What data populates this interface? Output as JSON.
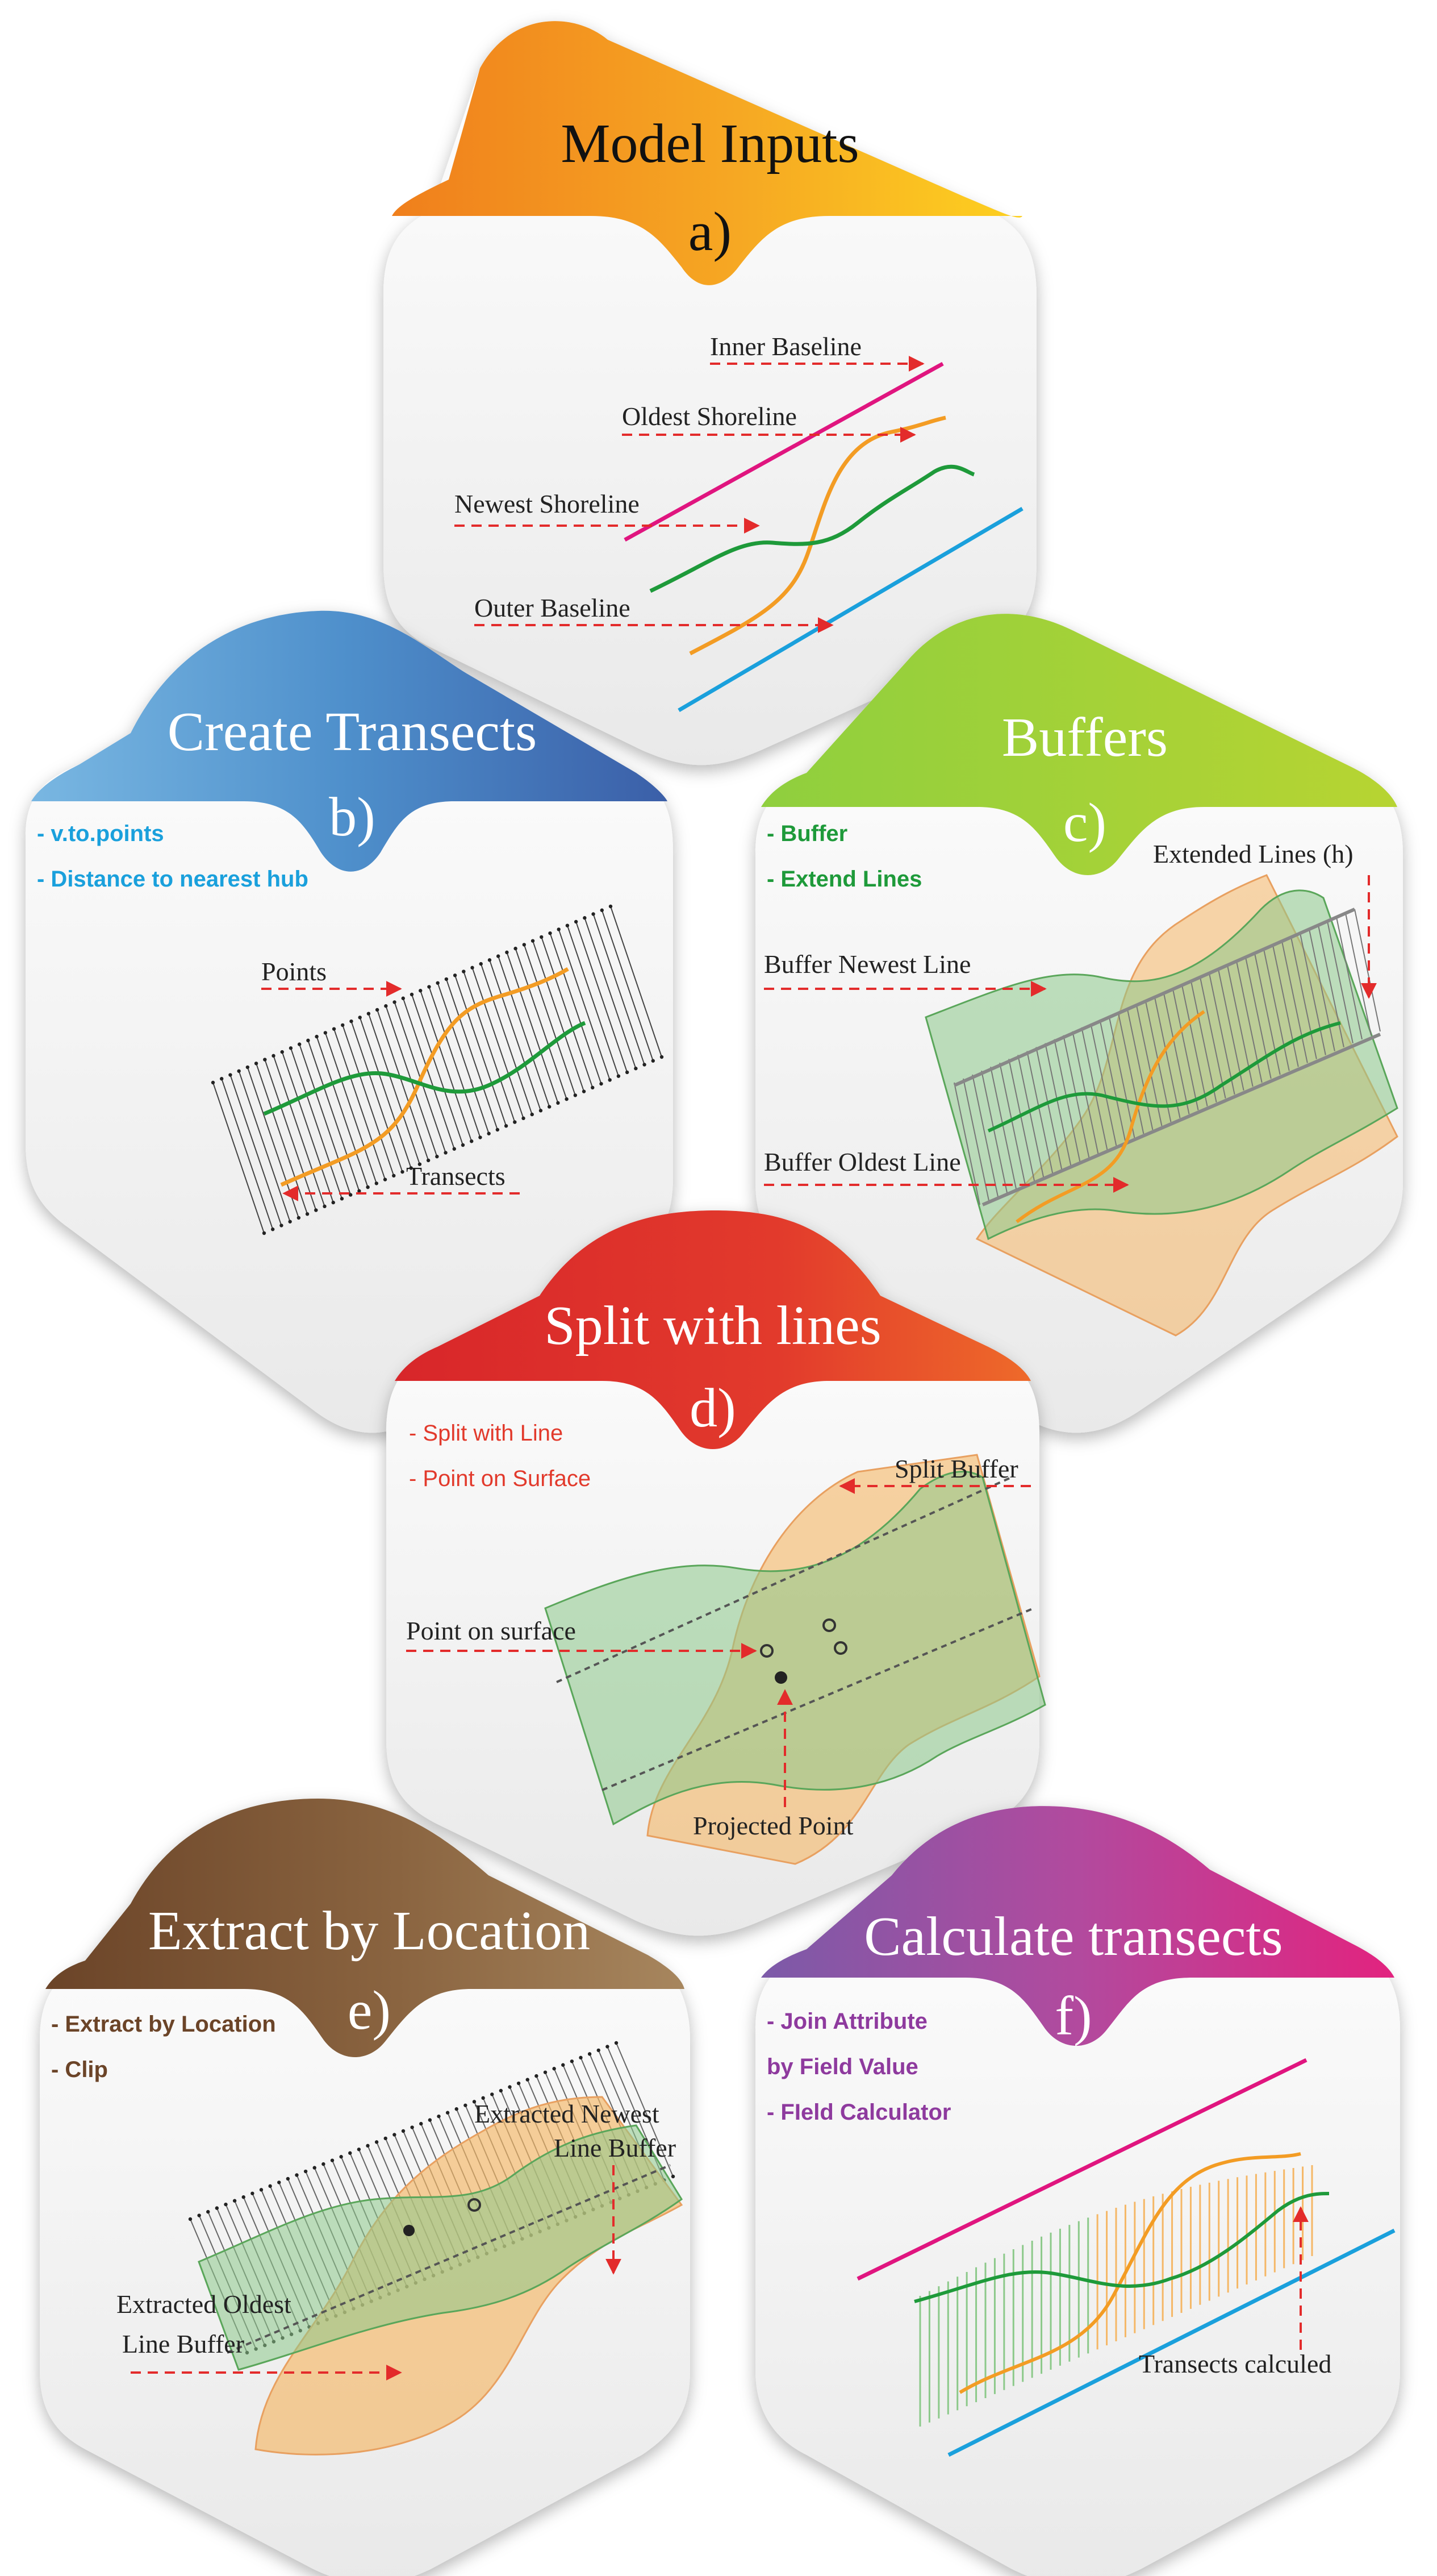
{
  "colors": {
    "orange": "#f39c24",
    "orange_fill": "#f5b766",
    "green_line": "#1e9a3a",
    "green_fill": "#8cc98a",
    "magenta": "#e0157f",
    "blue": "#1aa0dc",
    "red_arrow": "#e32b2b",
    "gray_line": "#888888"
  },
  "panels": {
    "a": {
      "title": "Model Inputs",
      "letter": "a)",
      "labels": {
        "inner_baseline": "Inner Baseline",
        "oldest_shoreline": "Oldest Shoreline",
        "newest_shoreline": "Newest Shoreline",
        "outer_baseline": "Outer Baseline"
      }
    },
    "b": {
      "title": "Create Transects",
      "letter": "b)",
      "tools": [
        "- v.to.points",
        "- Distance to nearest hub"
      ],
      "labels": {
        "points": "Points",
        "transects": "Transects"
      }
    },
    "c": {
      "title": "Buffers",
      "letter": "c)",
      "tools": [
        "- Buffer",
        "- Extend Lines"
      ],
      "labels": {
        "extended_lines": "Extended Lines (h)",
        "buffer_newest": "Buffer Newest Line",
        "buffer_oldest": "Buffer Oldest Line"
      }
    },
    "d": {
      "title": "Split with lines",
      "letter": "d)",
      "tools": [
        "- Split with Line",
        "- Point on Surface"
      ],
      "labels": {
        "split_buffer": "Split Buffer",
        "point_on_surface": "Point on surface",
        "projected_point": "Projected Point"
      }
    },
    "e": {
      "title": "Extract by Location",
      "letter": "e)",
      "tools": [
        "- Extract by Location",
        "- Clip"
      ],
      "labels": {
        "extracted_newest_1": "Extracted Newest",
        "extracted_newest_2": "Line Buffer",
        "extracted_oldest_1": "Extracted Oldest",
        "extracted_oldest_2": "Line Buffer"
      }
    },
    "f": {
      "title": "Calculate transects",
      "letter": "f)",
      "tools": [
        "- Join Attribute",
        "by Field Value",
        "- FIeld Calculator"
      ],
      "labels": {
        "transects_calculed": "Transects calculed"
      }
    }
  }
}
